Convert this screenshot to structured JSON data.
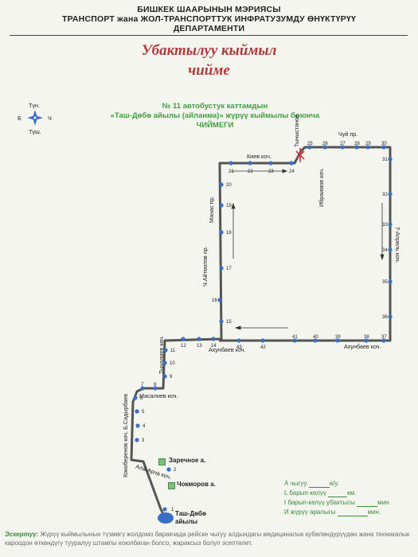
{
  "header": {
    "line1": "БИШКЕК ШААРЫНЫН МЭРИЯСЫ",
    "line2": "ТРАНСПОРТ жана ЖОЛ-ТРАНСПОРТТУК ИНФРАТУЗУМДУ ӨНҮКТҮРҮҮ",
    "line3": "ДЕПАРТАМЕНТИ"
  },
  "title": {
    "line1": "Убактылуу кыймыл",
    "line2": "чиймe"
  },
  "subtitle": {
    "line1": "№ 11 автобустук каттамдын",
    "line2": "«Таш-Дөбө айылы (айланма)» жүрүү кыймылы боюнча",
    "line3": "ЧИЙМЕГИ"
  },
  "compass": {
    "north": "Түн.",
    "south": "Түш.",
    "west": "Б",
    "east": "Ч"
  },
  "streets": {
    "kiev": "Киев коч.",
    "chuy": "Чуй пр.",
    "ibraimov": "Ибраимов коч.",
    "tynystanov": "Тыныстанов",
    "manas": "Манас пр.",
    "aitmatov": "Ч.Айтматов пр.",
    "april7": "7-Апрель коч.",
    "akhunbaev1": "Ахунбаев коч.",
    "akhunbaev2": "Ахунбаев коч.",
    "tynaliev": "Тыналиев коч.",
    "masaliev": "Масалиев коч.",
    "kokoberenev": "Кокоберенов коч. Б.Садырбаев",
    "ala_archa": "Ала-Арча коч."
  },
  "places": {
    "zarechnoe": "Заречное а.",
    "chokmorov": "Чокморов а.",
    "tash_dobo": "Таш-Дөбө айылы"
  },
  "stops": [
    "1",
    "2",
    "3",
    "4",
    "5",
    "6",
    "7",
    "8",
    "9",
    "10",
    "11",
    "12",
    "13",
    "14",
    "15",
    "16",
    "17",
    "18",
    "19",
    "20",
    "21",
    "22",
    "23",
    "24",
    "25",
    "26",
    "27",
    "28",
    "29",
    "30",
    "31",
    "32",
    "33",
    "34",
    "35",
    "36",
    "37",
    "38",
    "39",
    "40",
    "41",
    "42",
    "43"
  ],
  "info": {
    "row1_label": "А чыгуу",
    "row1_unit": "а/у.",
    "row2_label": "L барып-келүү",
    "row2_unit": "км.",
    "row3_label": "t барып-келүү убактысы",
    "row3_unit": "мин.",
    "row4_label": "И жүрүү аралыгы",
    "row4_unit": "мин."
  },
  "note": {
    "label": "Эскертүү:",
    "text": " Жүрүү кыймылынын түзмөгү жолдомо баракчада рейске чыгуу алдындагы медициналык кубөлөндүрүүдөн жана техникалык кароодон өткөндүгү тууралуу штампы коюлбаган болсо, жараксыз болуп эсептелет."
  },
  "colors": {
    "route": "#555555",
    "stop": "#3a6fc6",
    "title": "#b23a3a",
    "green": "#3fa03f",
    "closure": "#c23a3a"
  }
}
